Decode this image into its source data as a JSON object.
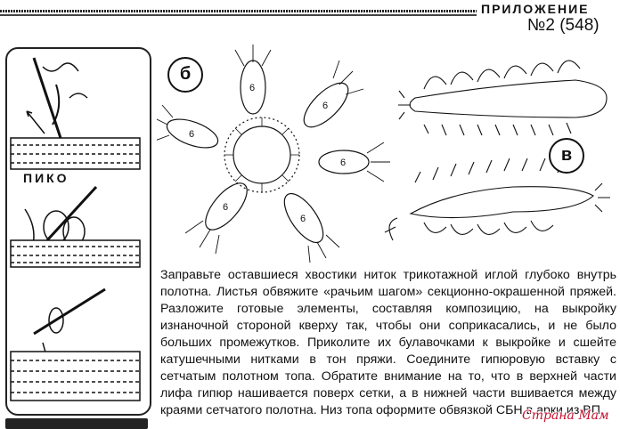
{
  "header": {
    "section": "ПРИЛОЖЕНИЕ",
    "issue": "№2 (548)"
  },
  "illustrations": {
    "picot_label": "ПИКО"
  },
  "diagrams": {
    "flower_label": "б",
    "leaves_label": "в",
    "petal_mark": "6"
  },
  "body": {
    "text": "Заправьте оставшиеся хвостики ниток трикотажной иглой глубоко внутрь полотна. Листья обвяжите «рачьим шагом» секционно-окрашенной пряжей. Разложите готовые элементы, составляя композицию, на выкройку изнаночной стороной кверху так, чтобы они соприкасались, и не было больших промежутков. Приколите их булавочками к выкройке и сшейте катушечными нитками в тон пряжи. Соедините гипюровую вставку с сетчатым полотном топа. Обратите внимание на то, что в верхней части лифа гипюр нашивается поверх сетки, а в нижней части вшивается между краями сетчатого полотна. Низ топа оформите обвязкой СБН в арки из ВП."
  },
  "watermark": {
    "text": "Страна Мам"
  }
}
